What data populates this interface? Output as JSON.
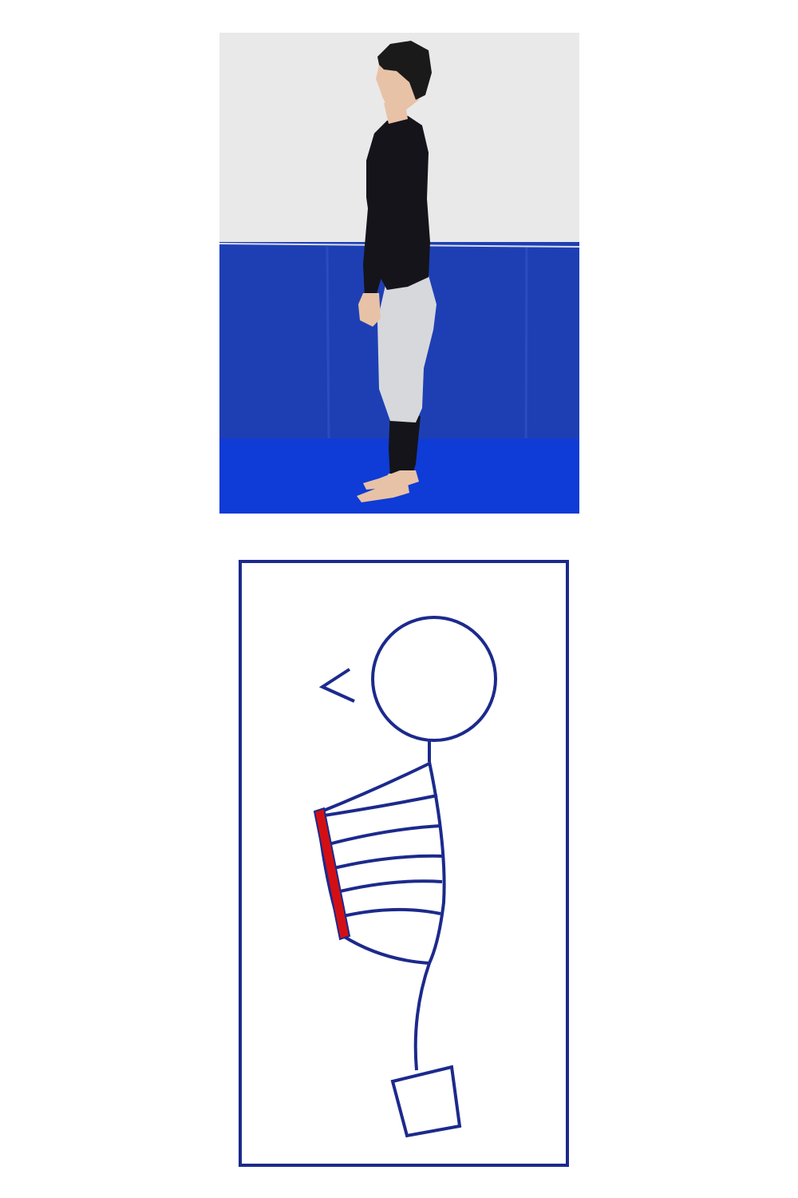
{
  "figure": {
    "photo": {
      "subject": "person-standing-side-view",
      "colors": {
        "wall": "#e9e9ea",
        "mat": "#1e3fb4",
        "floor": "#0f3bd6",
        "shirt": "#14141a",
        "shorts": "#d6d8dc",
        "skin": "#e8c2a6",
        "hair": "#1a1a1a"
      }
    },
    "diagram": {
      "subject": "posture-schematic",
      "rib_count": 6,
      "colors": {
        "stroke": "#1c2a8c",
        "highlight": "#d40f14",
        "background": "#ffffff"
      }
    }
  }
}
